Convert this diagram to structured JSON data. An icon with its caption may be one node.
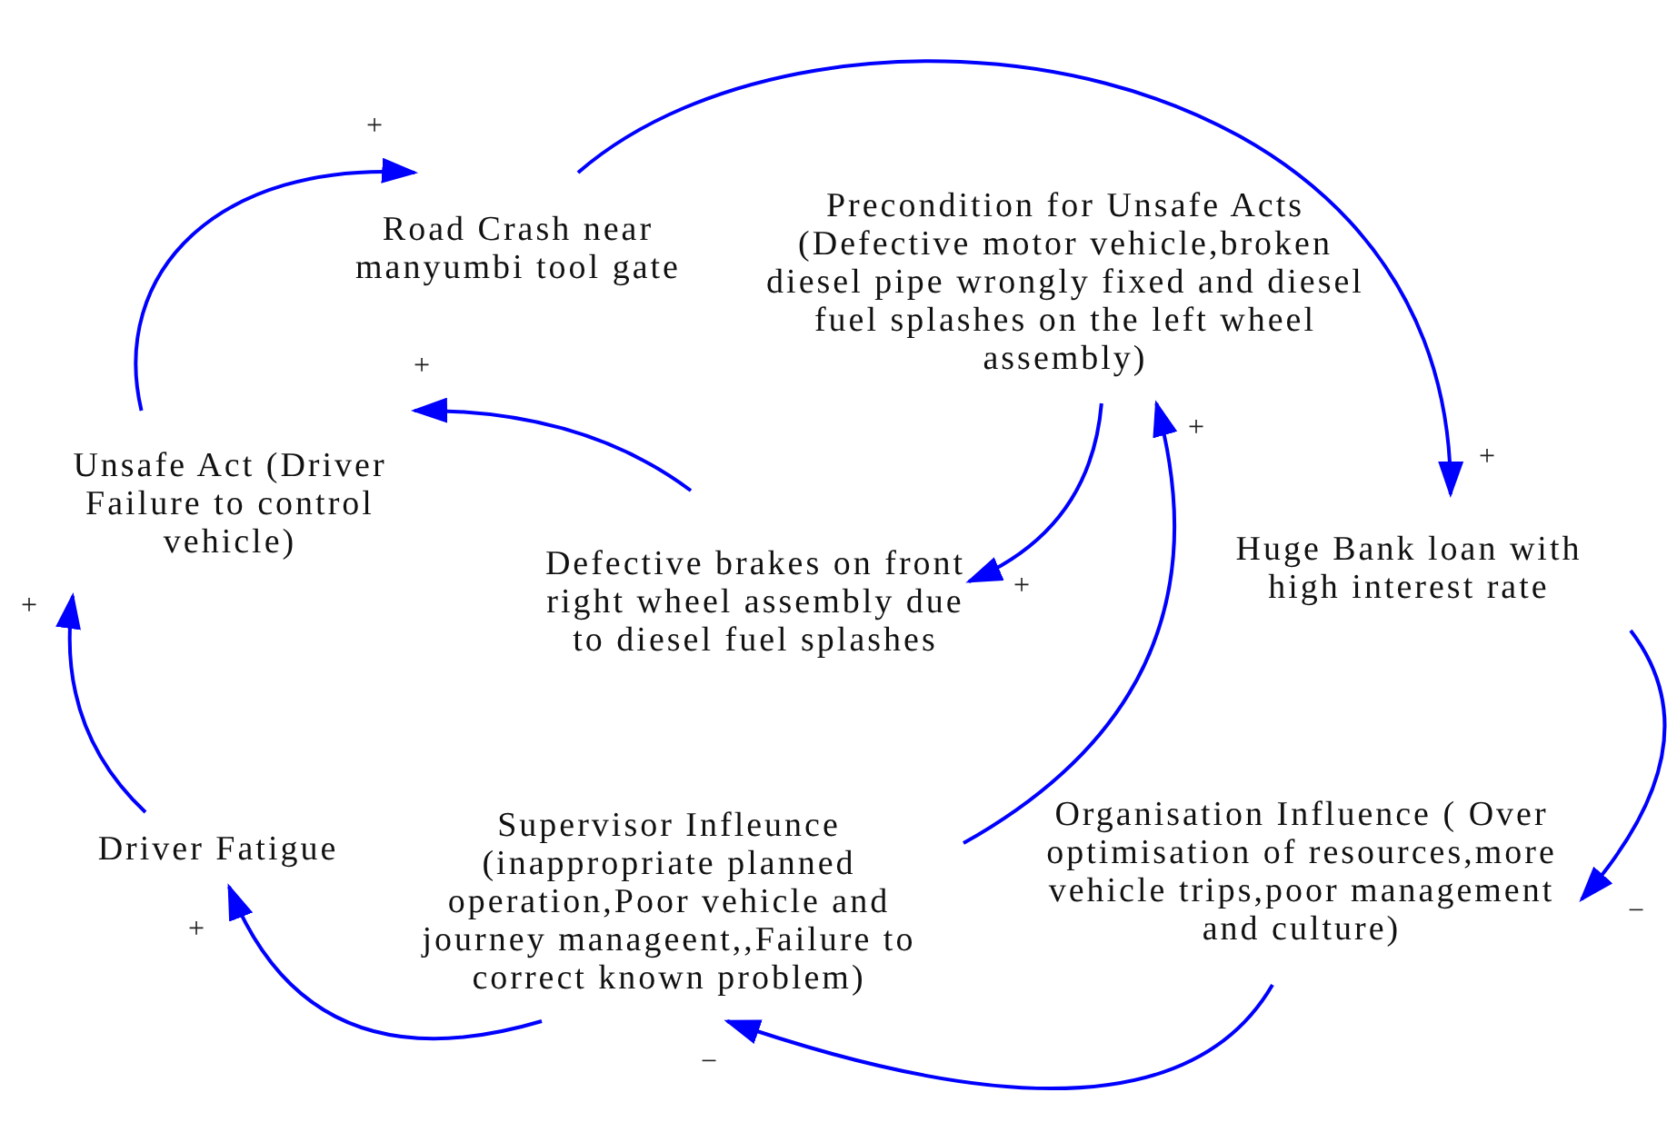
{
  "diagram": {
    "nodes": [
      {
        "text": [
          "Road Crash near manyumbi tool gate"
        ]
      },
      {
        "text": [
          "Precondition for Unsafe Acts (Defective motor vehicle,broken diesel pipe wrongly fixed and diesel fuel splashes on the left wheel assembly)"
        ]
      },
      {
        "text": [
          "Unsafe Act (Driver Failure to control vehicle)"
        ]
      },
      {
        "text": [
          "Defective brakes on front right wheel assembly due to diesel fuel splashes"
        ]
      },
      {
        "text": [
          "Huge Bank loan with high interest rate"
        ]
      },
      {
        "text": [
          "Driver Fatigue"
        ]
      },
      {
        "text": [
          "Supervisor Infleunce (inappropriate planned operation,Poor vehicle and journey manageent,,Failure to correct known problem)"
        ]
      },
      {
        "text": [
          "Organisation Influence ( Over optimisation of resources,more vehicle trips,poor management and culture)"
        ]
      }
    ],
    "edges": [
      {
        "from": 2,
        "to": 0,
        "arrow": "to",
        "label": "+"
      },
      {
        "from": 3,
        "to": 2,
        "arrow": "to",
        "label": "+"
      },
      {
        "from": 0,
        "to": 4,
        "arrow": "to",
        "label": "+"
      },
      {
        "from": 1,
        "to": 3,
        "arrow": "to",
        "label": "+"
      },
      {
        "from": 6,
        "to": 1,
        "arrow": "to",
        "label": "+"
      },
      {
        "from": 4,
        "to": 7,
        "arrow": "to",
        "label": "−"
      },
      {
        "from": 7,
        "to": 6,
        "arrow": "to",
        "label": "−"
      },
      {
        "from": 6,
        "to": 5,
        "arrow": "to",
        "label": "+"
      },
      {
        "from": 5,
        "to": 2,
        "arrow": "to",
        "label": "+"
      }
    ]
  }
}
